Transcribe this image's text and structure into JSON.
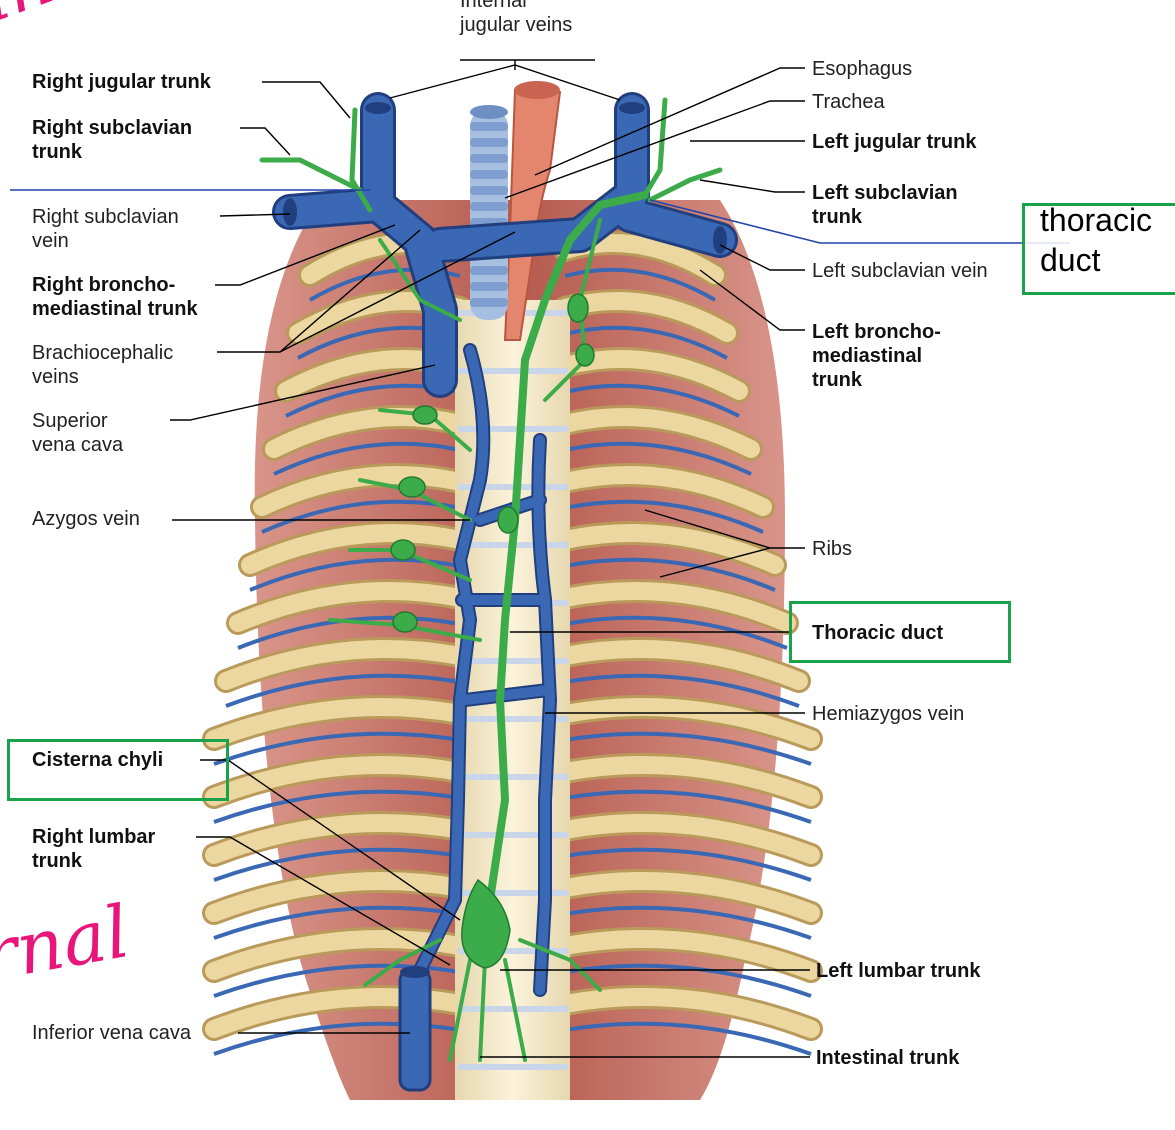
{
  "labels": {
    "internal_jugular": "Internal\njugular veins",
    "right_jugular_trunk": "Right jugular trunk",
    "right_subclavian_trunk": "Right subclavian\ntrunk",
    "right_subclavian_vein": "Right subclavian\nvein",
    "right_bronchomediastinal": "Right broncho-\nmediastinal trunk",
    "brachiocephalic": "Brachiocephalic\nveins",
    "superior_vena_cava": "Superior\nvena cava",
    "azygos": "Azygos vein",
    "cisterna_chyli": "Cisterna chyli",
    "right_lumbar": "Right lumbar\ntrunk",
    "inferior_vena_cava": "Inferior vena cava",
    "esophagus": "Esophagus",
    "trachea": "Trachea",
    "left_jugular_trunk": "Left jugular trunk",
    "left_subclavian_trunk": "Left subclavian\ntrunk",
    "left_subclavian_vein": "Left subclavian vein",
    "left_bronchomediastinal": "Left broncho-\nmediastinal\ntrunk",
    "ribs": "Ribs",
    "thoracic_duct": "Thoracic duct",
    "hemiazygos": "Hemiazygos vein",
    "left_lumbar": "Left lumbar trunk",
    "intestinal_trunk": "Intestinal trunk"
  },
  "annotation_note": "thoracic\nduct",
  "handwriting": {
    "top": "in",
    "bottom": "ernal"
  },
  "colors": {
    "vein": "#3a68b4",
    "vein_dark": "#213f7e",
    "lymph": "#3cab4a",
    "rib": "#edd7a0",
    "muscle": "#c2665a",
    "trachea": "#a6bedf",
    "esophagus": "#e4866e",
    "highlight_box": "#1aa34a",
    "handwriting": "#e8167a"
  }
}
